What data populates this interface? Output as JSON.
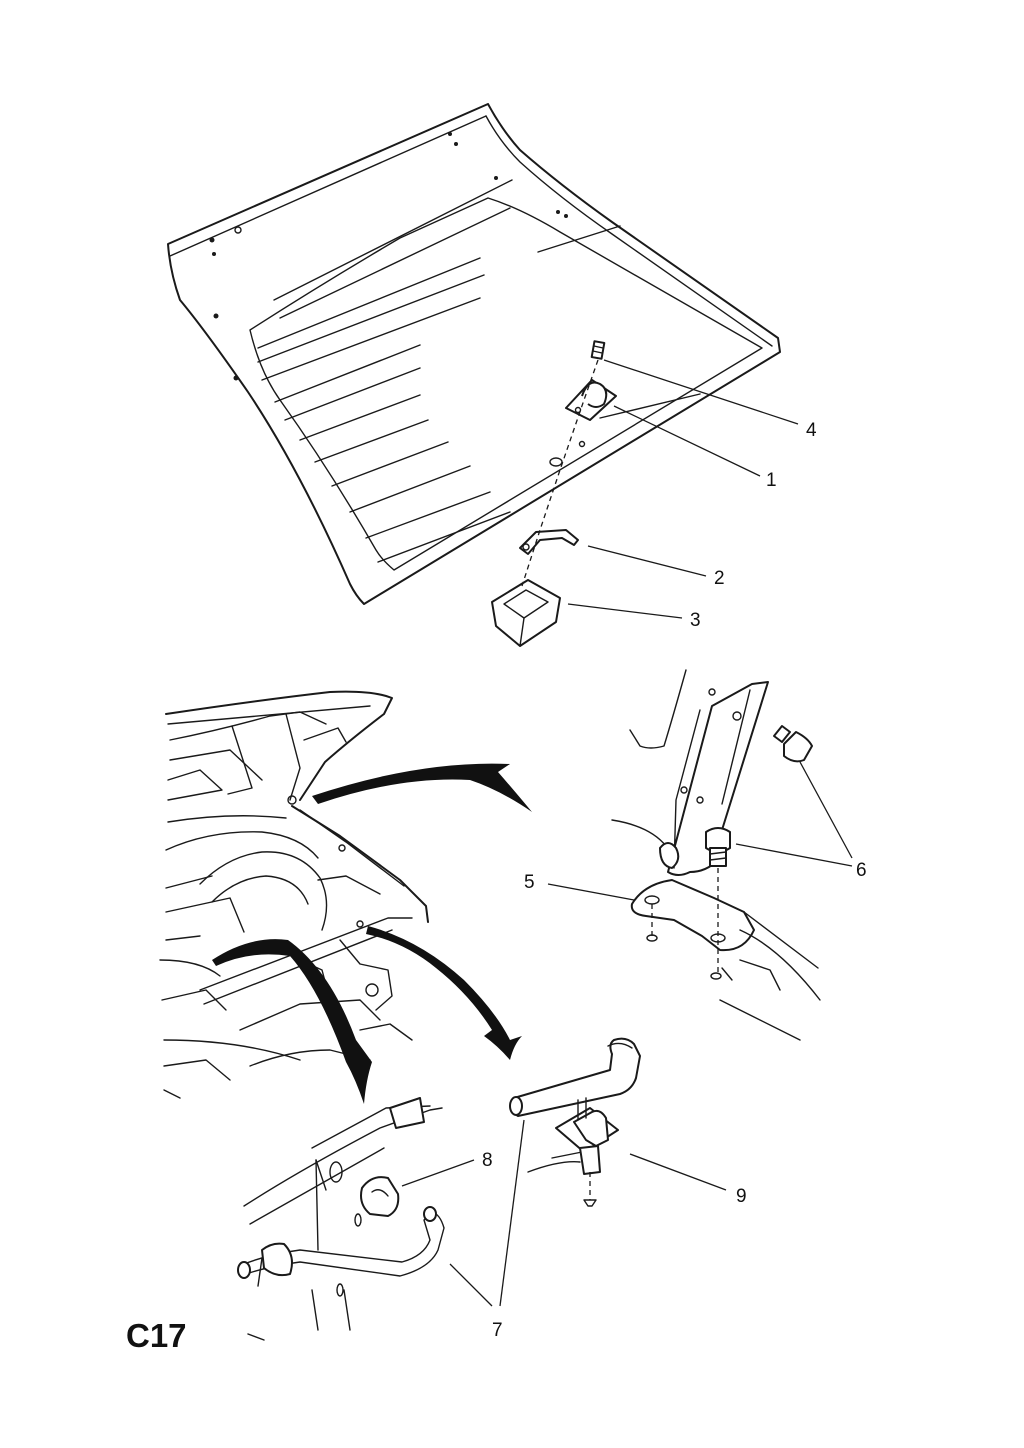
{
  "page_code": "C17",
  "callouts": [
    {
      "id": "1",
      "label": "1"
    },
    {
      "id": "2",
      "label": "2"
    },
    {
      "id": "3",
      "label": "3"
    },
    {
      "id": "4",
      "label": "4"
    },
    {
      "id": "5",
      "label": "5"
    },
    {
      "id": "6",
      "label": "6"
    },
    {
      "id": "7",
      "label": "7"
    },
    {
      "id": "8",
      "label": "8"
    },
    {
      "id": "9",
      "label": "9"
    }
  ],
  "colors": {
    "ink": "#1a1a1a",
    "background": "#ffffff"
  }
}
